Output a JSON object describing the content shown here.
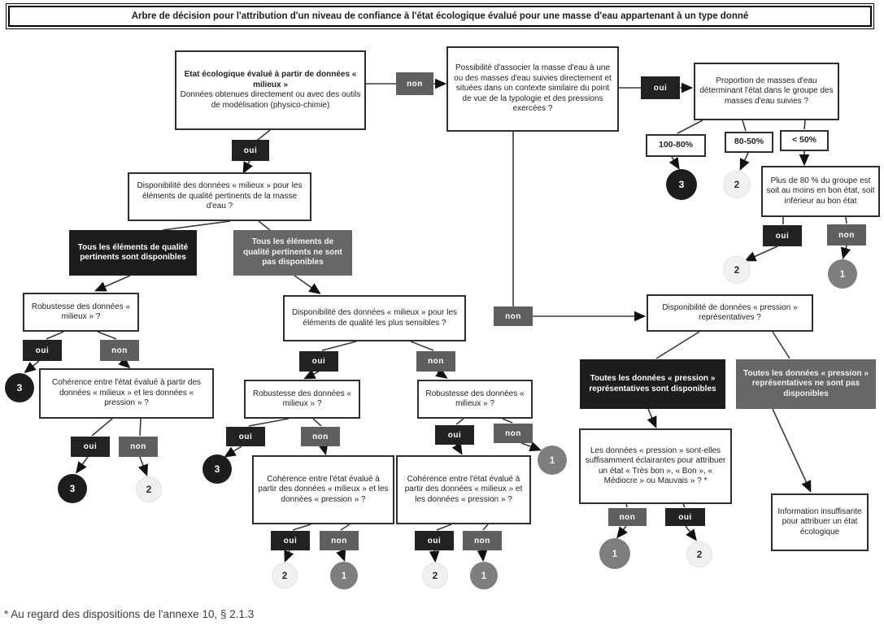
{
  "title": "Arbre de décision pour l'attribution d'un niveau de confiance à l'état écologique évalué pour une masse d'eau appartenant à un type donné",
  "footnote": "* Au regard des dispositions de l'annexe 10, §  2.1.3",
  "labels": {
    "oui": "oui",
    "non": "non"
  },
  "scores": {
    "high": "3",
    "medium": "2",
    "low": "1"
  },
  "nodes": {
    "root": {
      "title": "Etat écologique évalué à partir de données « milieux »",
      "body": "Données obtenues directement ou avec des outils de modélisation (physico-chimie)"
    },
    "associate": "Possibilité d'associer la masse d'eau à une ou des masses d'eau suivies directement et situées dans un contexte similaire du point de vue de la typologie et des pressions exercées ?",
    "proportion": "Proportion de masses d'eau déterminant l'état dans le groupe des masses d'eau suivies ?",
    "pct_100_80": "100-80%",
    "pct_80_50": "80-50%",
    "pct_lt_50": "< 50%",
    "plus80": "Plus de 80 % du groupe est soit au moins en bon état, soit inférieur au bon état",
    "dispo_pertinents": "Disponibilité des données « milieux » pour les éléments de qualité pertinents de la masse d'eau ?",
    "tous_dispo": "Tous les éléments de qualité pertinents sont disponibles",
    "tous_non_dispo": "Tous les éléments de qualité pertinents ne sont pas disponibles",
    "robustesse": "Robustesse des données « milieux » ?",
    "coherence": "Cohérence entre l'état évalué à partir des données « milieux » et les données « pression » ?",
    "dispo_sensibles": "Disponibilité des données « milieux » pour les éléments de qualité les plus sensibles ?",
    "dispo_pression": "Disponibilité de données « pression » représentatives ?",
    "pression_dispo": "Toutes les données « pression » représentatives sont disponibles",
    "pression_non_dispo": "Toutes les données « pression » représentatives ne sont pas disponibles",
    "eclairantes": "Les données « pression » sont-elles suffisamment éclairantes pour attribuer un état « Très bon », « Bon », « Médiocre » ou Mauvais » ? *",
    "info_insuffisante": "Information insuffisante pour attribuer un état écologique"
  },
  "colors": {
    "node_black": "#1d1d1d",
    "node_gray": "#676767",
    "circle_light": "#f0f0f0",
    "circle_mid": "#7e7e7e",
    "line": "#3a3a3a"
  }
}
